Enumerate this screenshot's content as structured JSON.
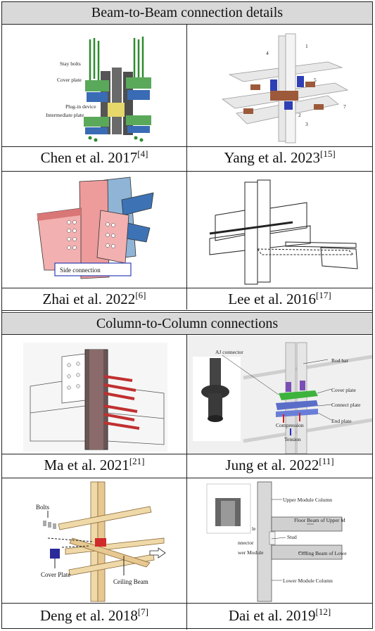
{
  "sections": [
    {
      "title": "Beam-to-Beam connection details"
    },
    {
      "title": "Column-to-Column connections"
    }
  ],
  "cells": [
    {
      "author": "Chen et al. 2017",
      "ref": "[4]",
      "labels": {
        "stay_bolts": "Stay bolts",
        "cover_plate": "Cover plate",
        "plug_in": "Plug-in device",
        "intermediate": "Intermediate plate"
      }
    },
    {
      "author": "Yang et al. 2023",
      "ref": "[15]",
      "labels": {
        "n1": "1",
        "n2": "2",
        "n3": "3",
        "n4": "4",
        "n5": "5",
        "n7": "7"
      }
    },
    {
      "author": "Zhai et al. 2022",
      "ref": "[6]",
      "labels": {
        "side": "Side connection"
      }
    },
    {
      "author": "Lee et al. 2016",
      "ref": "[17]",
      "labels": {}
    },
    {
      "author": "Ma et al. 2021",
      "ref": "[21]",
      "labels": {}
    },
    {
      "author": "Jung et al. 2022",
      "ref": "[11]",
      "labels": {
        "aj": "AJ connector",
        "rod": "Rod bar",
        "cover": "Cover plate",
        "connect": "Connect plate",
        "end": "End plate",
        "compression": "Compression",
        "tension": "Tension"
      }
    },
    {
      "author": "Deng et al. 2018",
      "ref": "[7]",
      "labels": {
        "bolts": "Bolts",
        "cover": "Cover Plate",
        "ceiling": "Ceiling Beam"
      }
    },
    {
      "author": "Dai et al. 2019",
      "ref": "[12]",
      "labels": {
        "upper_col": "Upper Module Column",
        "floor_beam": "Floor Beam of Upper M",
        "connector": "nnector",
        "le": "le",
        "stud": "Stud",
        "wer_module": "wer Module",
        "ceiling": "Ceiling Beam of Lowe",
        "lower_col": "Lower Module Column"
      }
    }
  ]
}
